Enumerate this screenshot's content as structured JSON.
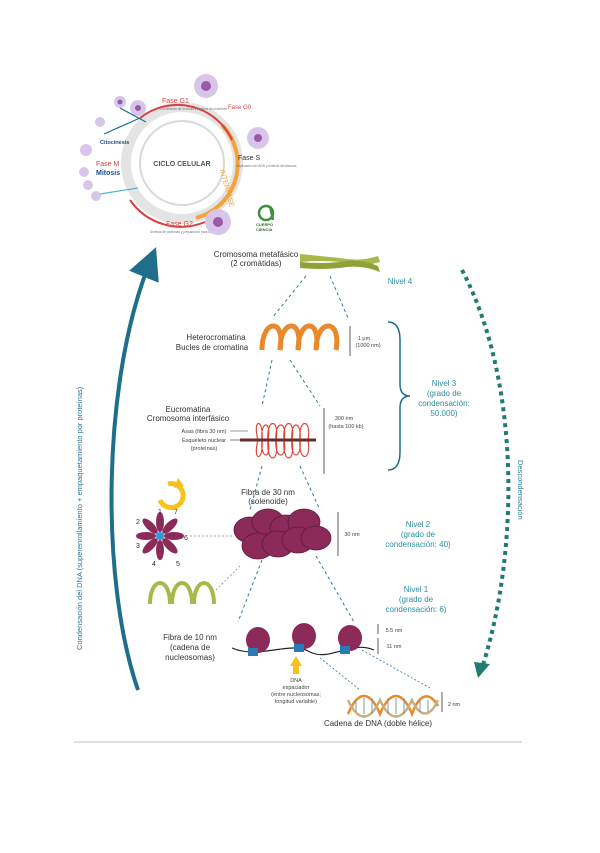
{
  "cell_cycle": {
    "center_label": "CICLO CELULAR",
    "phase_g1": "Fase G1",
    "phase_g1_note": "Crecimiento de la célula y síntesis de proteínas",
    "phase_g0": "Fase G0",
    "phase_s": "Fase S",
    "phase_s_note": "Duplicación del ADN y síntesis de histonas",
    "phase_g2": "Fase G2",
    "phase_g2_note": "Síntesis de proteínas y preparación para la mitosis",
    "phase_m": "Fase M",
    "mitosis": "Mitosis",
    "citocinesis": "Citocinesis",
    "interfase": "INTERFASE"
  },
  "logo": {
    "text_line1": "CUERPO",
    "text_line2": "CIENCIA"
  },
  "condensation_label": "Condensación del DNA (superenrollamiento + empaquetamiento por proteínas)",
  "decondensation_label": "Descondensación",
  "levels": {
    "metaphase": {
      "title": "Cromosoma metafásico",
      "subtitle": "(2 cromátidas)",
      "level": "Nivel 4"
    },
    "heterochromatin": {
      "title": "Heterocromatina",
      "subtitle": "Bucles de cromatina",
      "measure_line1": "1 μm",
      "measure_line2": "(1000 nm)"
    },
    "euchromatin": {
      "title": "Eucromatina",
      "subtitle": "Cromosoma interfásico",
      "axis_label_1": "Asas (fibra 30 nm)",
      "axis_label_2": "Esqueleto nuclear",
      "axis_label_3": "(proteínas)",
      "measure_line1": "300 nm",
      "measure_line2": "(hasta 100 kb)"
    },
    "level3": {
      "title": "Nivel 3",
      "line2": "(grado de",
      "line3": "condensación:",
      "line4": "50.000)"
    },
    "fiber30": {
      "title": "Fibra de 30 nm",
      "subtitle": "(solenoide)",
      "measure": "30 nm",
      "numbers": [
        "1",
        "2",
        "3",
        "4",
        "5",
        "6",
        "7"
      ]
    },
    "level2": {
      "title": "Nivel 2",
      "line2": "(grado de",
      "line3": "condensación: 40)"
    },
    "level1": {
      "title": "Nivel 1",
      "line2": "(grado de",
      "line3": "condensación: 6)"
    },
    "fiber10": {
      "title": "Fibra de 10 nm",
      "line2": "(cadena de",
      "line3": "nucleosomas)",
      "measure_a": "5.5 nm",
      "measure_b": "11 nm"
    },
    "linker": {
      "line1": "DNA",
      "line2": "espaciador",
      "line3": "(entre nucleosomas;",
      "line4": "longitud variable)"
    },
    "dna": {
      "title": "Cadena de DNA (doble hélice)",
      "measure": "2 nm"
    }
  },
  "colors": {
    "teal": "#1f7a8c",
    "nucleosome": "#8c2a5a",
    "orange": "#e8892c",
    "yellow": "#f7c21b",
    "chromosome_green": "#a8b84a"
  }
}
